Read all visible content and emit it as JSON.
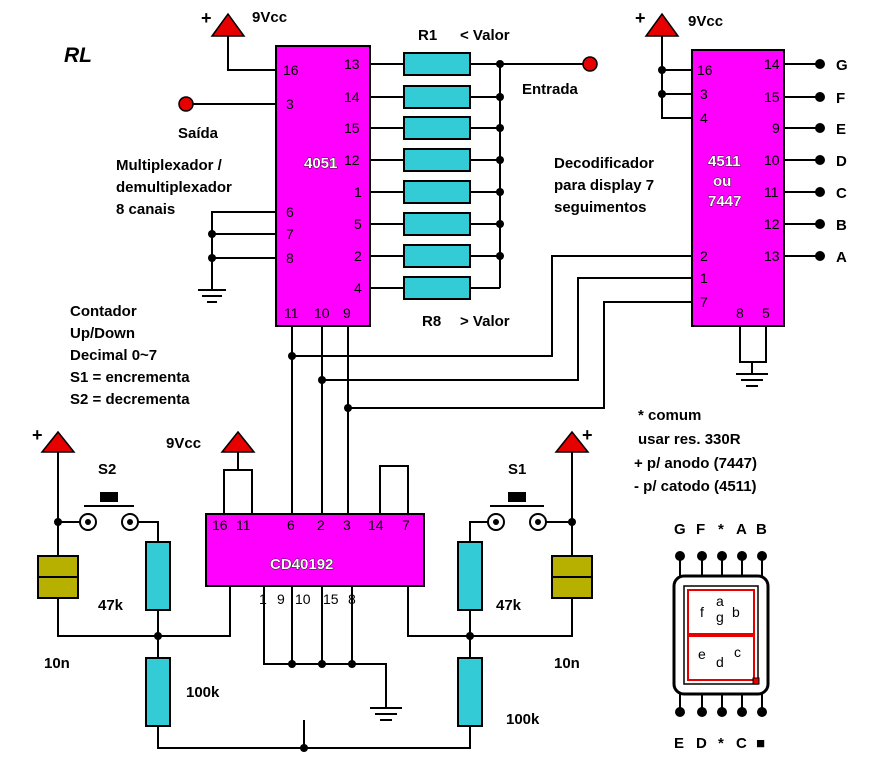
{
  "watermark": "RL",
  "supply": {
    "label": "9Vcc",
    "plus": "+"
  },
  "mux": {
    "name": "4051",
    "description": [
      "Multiplexador /",
      "demultiplexador",
      "8 canais"
    ],
    "left_pins": [
      "16",
      "3",
      "6",
      "7",
      "8"
    ],
    "right_pins": [
      "13",
      "14",
      "15",
      "12",
      "1",
      "5",
      "2",
      "4"
    ],
    "bottom_pins": [
      "11",
      "10",
      "9"
    ],
    "output_label": "Saída",
    "input_label": "Entrada"
  },
  "resistor_ladder": {
    "r1": "R1",
    "r1_note": "< Valor",
    "r8": "R8",
    "r8_note": "> Valor"
  },
  "decoder": {
    "name_lines": [
      "4511",
      "ou",
      "7447"
    ],
    "description": [
      "Decodificador",
      "para display 7",
      "seguimentos"
    ],
    "left_pins": [
      "16",
      "3",
      "4",
      "2",
      "1",
      "7"
    ],
    "right_pins": [
      "14",
      "15",
      "9",
      "10",
      "11",
      "12",
      "13"
    ],
    "bottom_pins": [
      "8",
      "5"
    ],
    "outputs": [
      "G",
      "F",
      "E",
      "D",
      "C",
      "B",
      "A"
    ]
  },
  "counter": {
    "name": "CD40192",
    "description": [
      "Contador",
      "Up/Down",
      "Decimal 0~7",
      "S1 = encrementa",
      "S2 = decrementa"
    ],
    "top_pins": [
      "16",
      "11",
      "6",
      "2",
      "3",
      "14",
      "7"
    ],
    "bottom_pins": [
      "1",
      "9",
      "10",
      "15",
      "8"
    ]
  },
  "left_switch": {
    "label": "S2",
    "resistor": "47k",
    "capacitor": "10n",
    "pulldown": "100k"
  },
  "right_switch": {
    "label": "S1",
    "resistor": "47k",
    "capacitor": "10n",
    "pulldown": "100k"
  },
  "note": [
    "* comum",
    "usar res. 330R",
    "+ p/ anodo (7447)",
    "- p/ catodo (4511)"
  ],
  "display": {
    "top_labels": [
      "G",
      "F",
      "*",
      "A",
      "B"
    ],
    "bottom_labels": [
      "E",
      "D",
      "*",
      "C",
      "■"
    ],
    "segments_upper": [
      "f",
      "a",
      "g",
      "b"
    ],
    "segments_lower": [
      "e",
      "d",
      "c"
    ]
  },
  "colors": {
    "chip": "#ff00ff",
    "resistor": "#33ccd6",
    "triangle": "#e60000",
    "capacitor": "#b8b000"
  }
}
